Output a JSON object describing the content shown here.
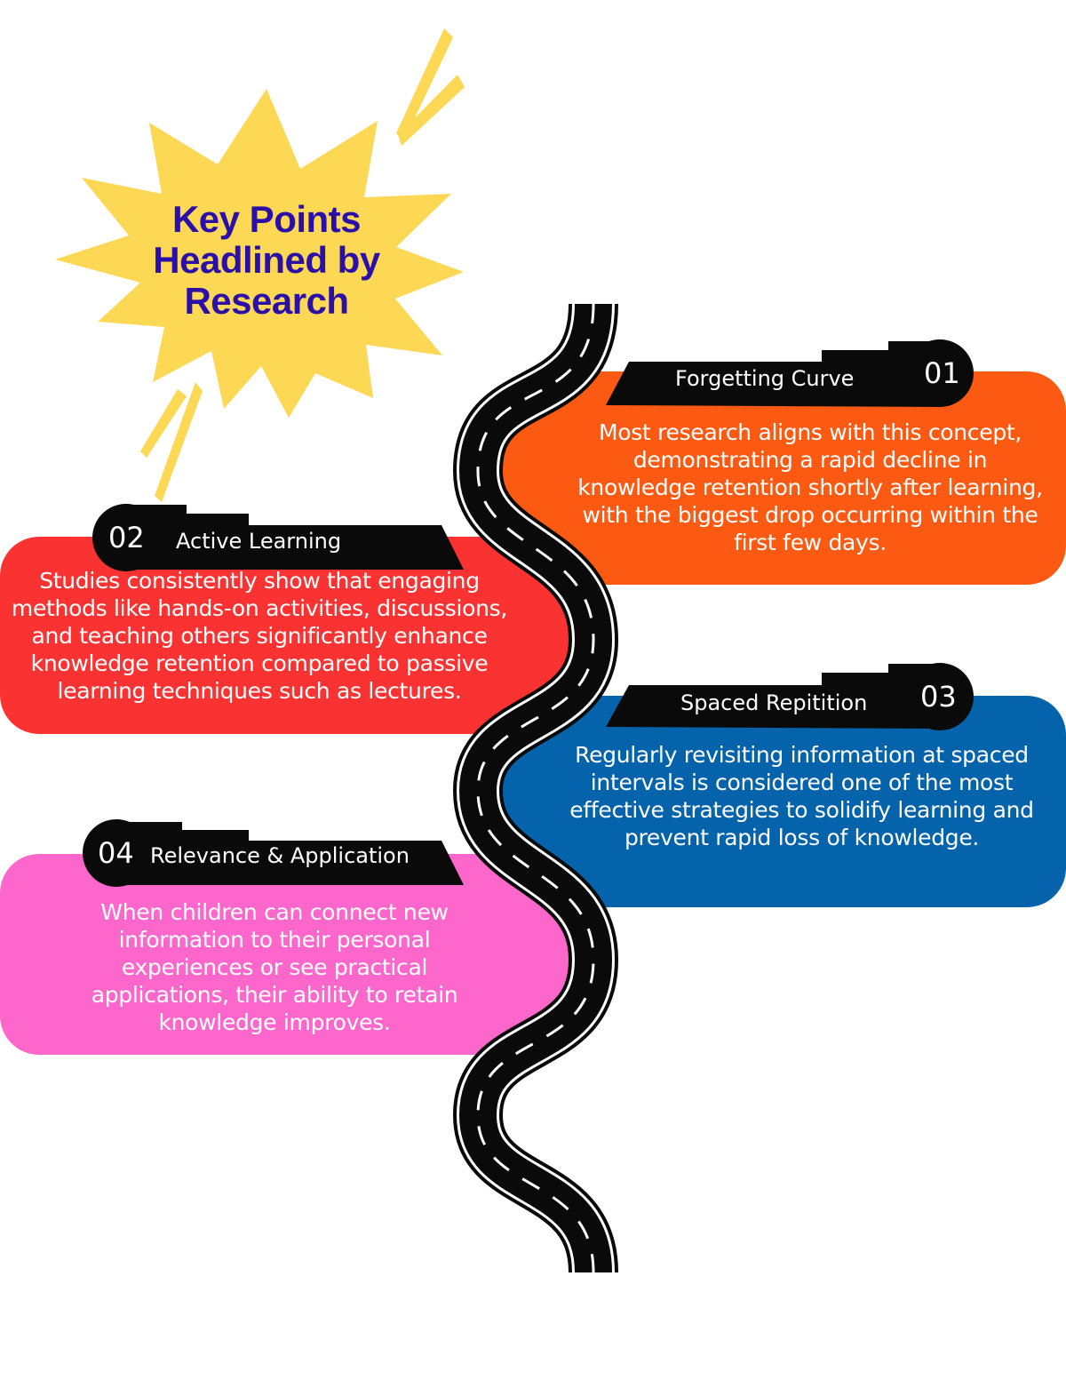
{
  "title": "Key Points Headlined by Research",
  "colors": {
    "title": "#2a0fa8",
    "burst": "#fcd855",
    "road": "#0a0a0a",
    "road_marking": "#ffffff",
    "tab": "#0a0a0a"
  },
  "points": [
    {
      "number": "01",
      "label": "Forgetting Curve",
      "color": "#fc5a12",
      "text": "Most research aligns with this concept, demonstrating a rapid decline in knowledge retention shortly after learning, with the biggest drop occurring within the first few days."
    },
    {
      "number": "02",
      "label": "Active Learning",
      "color": "#fb3232",
      "text": "Studies consistently show that engaging methods like hands-on activities, discussions, and teaching others significantly enhance knowledge retention compared to passive learning techniques such as lectures."
    },
    {
      "number": "03",
      "label": "Spaced Repitition",
      "color": "#0563ab",
      "text": "Regularly revisiting information at spaced intervals is considered one of the most effective strategies to solidify learning and prevent rapid loss of knowledge."
    },
    {
      "number": "04",
      "label": "Relevance & Application",
      "color": "#fd67cb",
      "text": "When children can connect new information to their personal experiences or see practical applications, their ability to retain knowledge improves."
    }
  ]
}
